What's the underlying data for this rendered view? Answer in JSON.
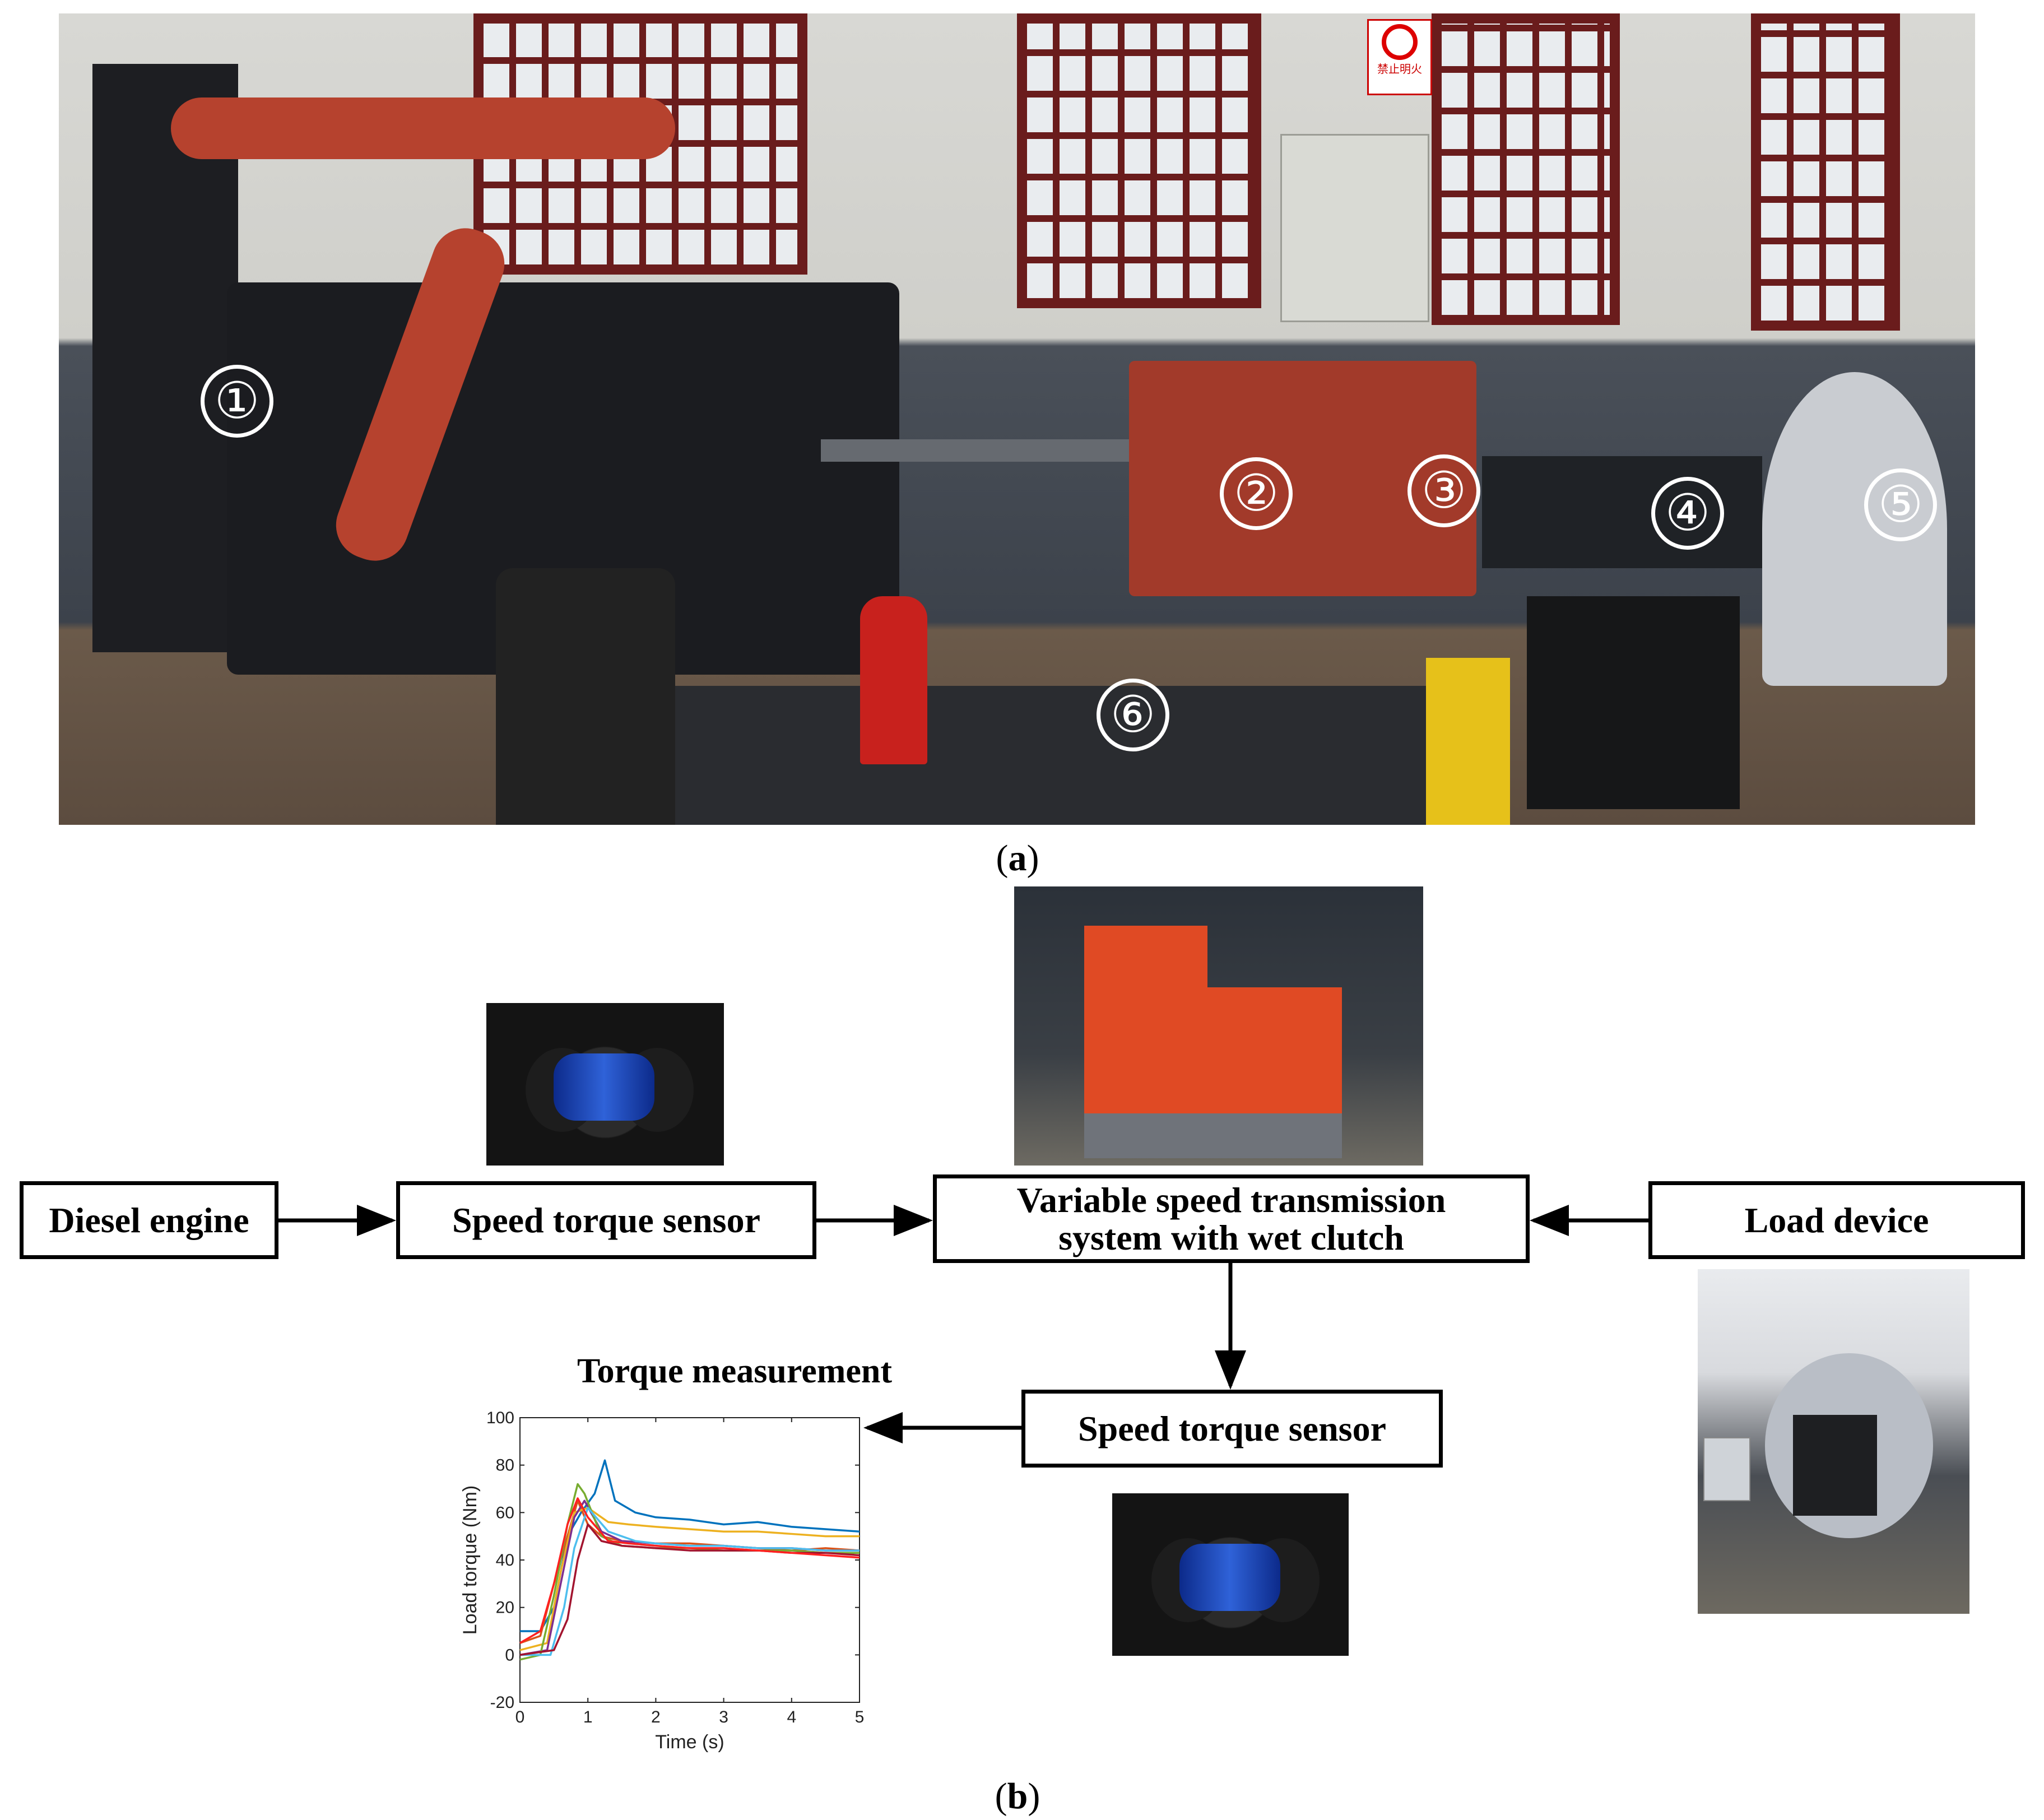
{
  "panel_a": {
    "caption_open": "(",
    "caption_letter": "a",
    "caption_close": ")",
    "markers": [
      "①",
      "②",
      "③",
      "④",
      "⑤",
      "⑥"
    ],
    "sign_text": "禁止明火"
  },
  "panel_b": {
    "caption_open": "(",
    "caption_letter": "b",
    "caption_close": ")",
    "boxes": {
      "diesel_engine": "Diesel engine",
      "speed_torque_sensor_1": "Speed torque sensor",
      "transmission_line1": "Variable speed transmission",
      "transmission_line2": "system  with wet clutch",
      "load_device": "Load device",
      "speed_torque_sensor_2": "Speed torque sensor"
    },
    "chart_title": "Torque measurement"
  },
  "colors": {
    "engine_red": "#c0392b",
    "transmission_orange": "#e04a24",
    "sensor_blue": "#2f62d8",
    "load_grey": "#c9ccd1"
  },
  "chart_data": {
    "type": "line",
    "title": "Torque measurement",
    "xlabel": "Time (s)",
    "ylabel": "Load torque (Nm)",
    "xlim": [
      0,
      5
    ],
    "ylim": [
      -20,
      100
    ],
    "xticks": [
      0,
      1,
      2,
      3,
      4,
      5
    ],
    "yticks": [
      -20,
      0,
      20,
      40,
      60,
      80,
      100
    ],
    "grid": false,
    "series": [
      {
        "color": "#0072bd",
        "x": [
          0,
          0.3,
          0.5,
          0.7,
          0.9,
          1.1,
          1.25,
          1.4,
          1.7,
          2.0,
          2.5,
          3.0,
          3.5,
          4.0,
          4.5,
          5.0
        ],
        "y": [
          10,
          10,
          20,
          50,
          60,
          68,
          82,
          65,
          60,
          58,
          57,
          55,
          56,
          54,
          53,
          52
        ]
      },
      {
        "color": "#d95319",
        "x": [
          0,
          0.3,
          0.5,
          0.7,
          0.85,
          1.0,
          1.2,
          1.5,
          2.0,
          2.5,
          3.0,
          3.5,
          4.0,
          4.5,
          5.0
        ],
        "y": [
          5,
          8,
          30,
          50,
          65,
          55,
          50,
          48,
          47,
          47,
          46,
          45,
          44,
          45,
          44
        ]
      },
      {
        "color": "#edb120",
        "x": [
          0,
          0.4,
          0.6,
          0.8,
          1.0,
          1.3,
          1.6,
          2.0,
          2.5,
          3.0,
          3.5,
          4.0,
          4.5,
          5.0
        ],
        "y": [
          2,
          5,
          35,
          60,
          62,
          56,
          55,
          54,
          53,
          52,
          52,
          51,
          50,
          50
        ]
      },
      {
        "color": "#7e2f8e",
        "x": [
          0,
          0.4,
          0.6,
          0.8,
          0.95,
          1.2,
          1.5,
          2.0,
          2.5,
          3.0,
          3.5,
          4.0,
          4.5,
          5.0
        ],
        "y": [
          0,
          2,
          30,
          58,
          65,
          52,
          48,
          47,
          46,
          46,
          45,
          45,
          44,
          44
        ]
      },
      {
        "color": "#77ac30",
        "x": [
          0,
          0.3,
          0.5,
          0.7,
          0.85,
          0.95,
          1.2,
          1.5,
          2.0,
          2.5,
          3.0,
          3.5,
          4.0,
          4.5,
          5.0
        ],
        "y": [
          -2,
          0,
          25,
          55,
          72,
          68,
          50,
          46,
          45,
          45,
          44,
          44,
          44,
          43,
          43
        ]
      },
      {
        "color": "#4dbeee",
        "x": [
          0,
          0.45,
          0.65,
          0.8,
          1.0,
          1.3,
          1.7,
          2.0,
          2.5,
          3.0,
          3.5,
          4.0,
          4.5,
          5.0
        ],
        "y": [
          0,
          0,
          20,
          45,
          62,
          52,
          48,
          47,
          46,
          46,
          45,
          45,
          44,
          44
        ]
      },
      {
        "color": "#a2142f",
        "x": [
          0,
          0.5,
          0.7,
          0.85,
          1.0,
          1.2,
          1.5,
          2.0,
          2.5,
          3.0,
          3.5,
          4.0,
          4.5,
          5.0
        ],
        "y": [
          0,
          2,
          15,
          40,
          55,
          48,
          46,
          45,
          44,
          44,
          44,
          43,
          43,
          42
        ]
      },
      {
        "color": "#ff2020",
        "x": [
          0,
          0.3,
          0.5,
          0.7,
          0.85,
          1.0,
          1.3,
          1.6,
          2.0,
          2.5,
          3.0,
          3.5,
          4.0,
          4.5,
          5.0
        ],
        "y": [
          5,
          10,
          30,
          55,
          66,
          58,
          48,
          47,
          46,
          45,
          45,
          44,
          43,
          42,
          41
        ]
      }
    ]
  }
}
